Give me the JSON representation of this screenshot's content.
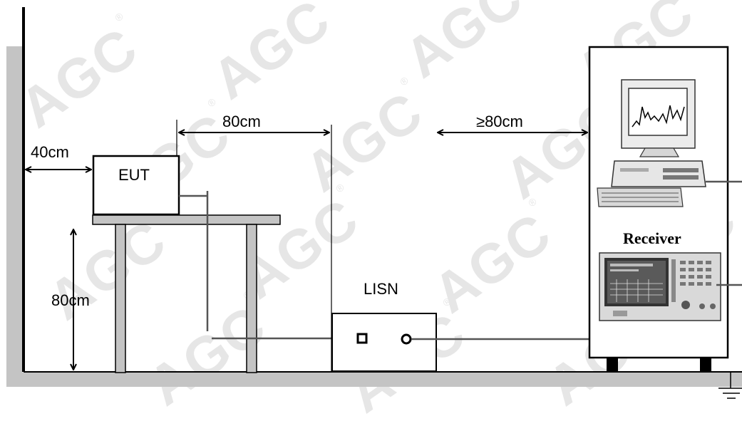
{
  "labels": {
    "eut": "EUT",
    "lisn": "LISN",
    "receiver": "Receiver",
    "dist_wall": "40cm",
    "dist_eut_lisn": "80cm",
    "dist_lisn_receiver": "≥80cm",
    "table_height": "80cm"
  },
  "watermark": {
    "text": "AGC",
    "mark": "®"
  },
  "colors": {
    "ground": "#c4c4c4",
    "line": "#000000",
    "cable": "#555555",
    "watermark": "#e6e6e6"
  },
  "icons": [
    "computer-icon",
    "spectrum-receiver-icon",
    "ground-symbol-icon"
  ]
}
